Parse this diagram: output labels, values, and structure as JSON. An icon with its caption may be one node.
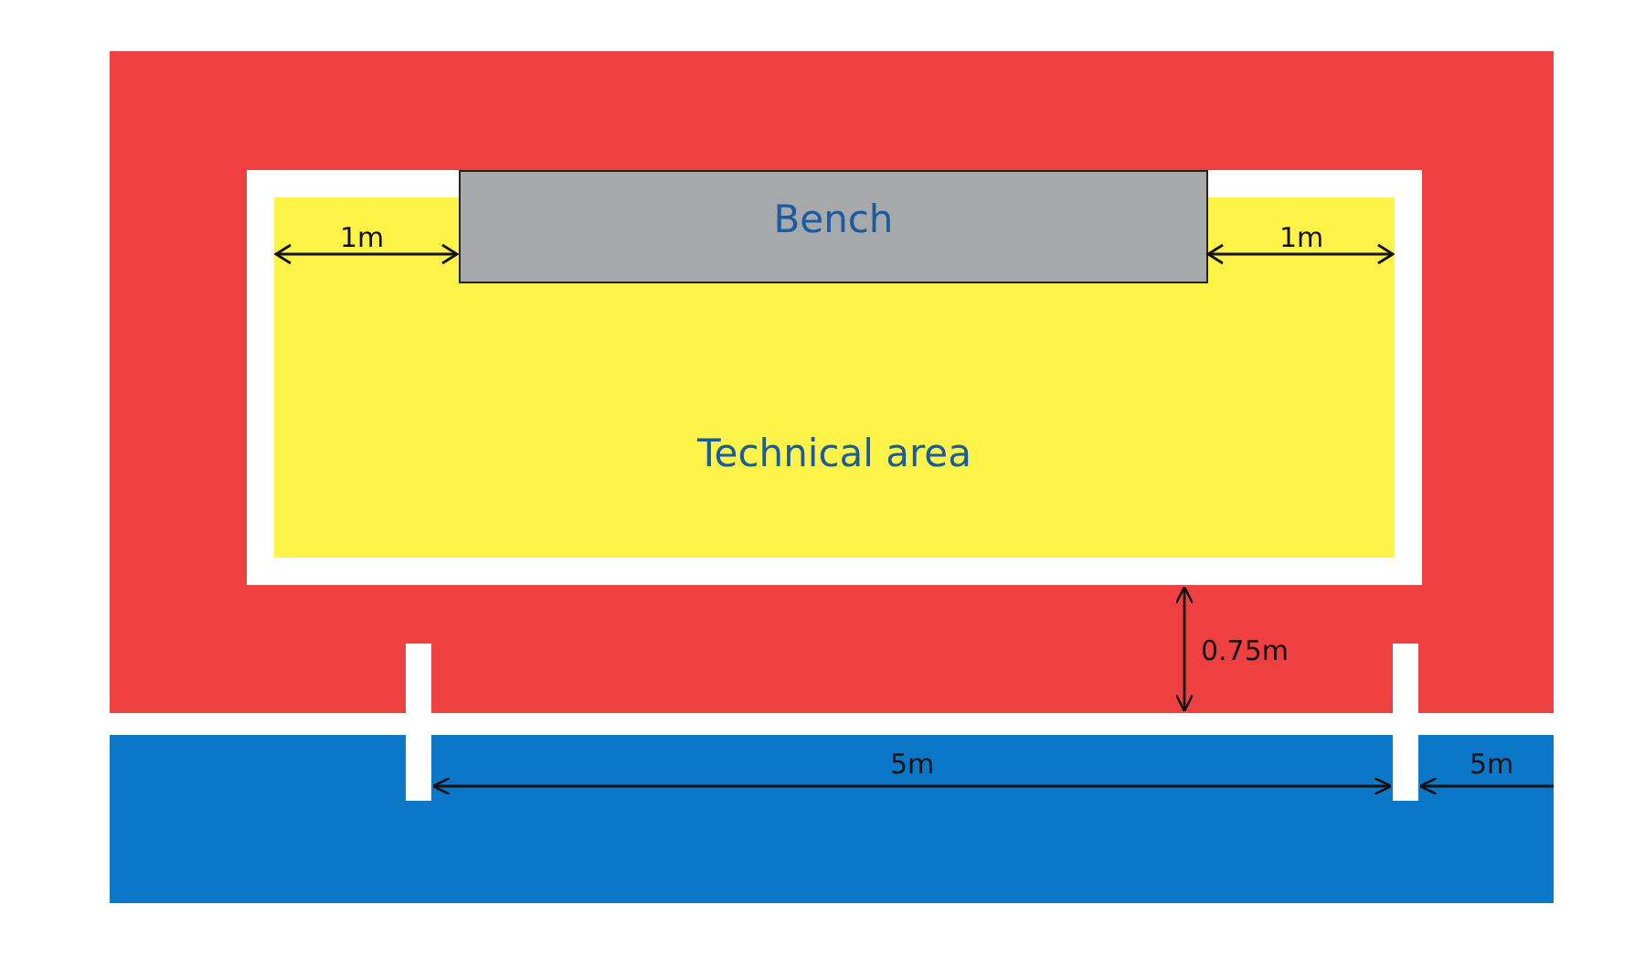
{
  "diagram": {
    "nodes": [
      {
        "text": [
          "Technical area"
        ]
      },
      {
        "text": [
          "Bench"
        ],
        "in": 0
      }
    ],
    "labels": [
      "1m",
      "1m",
      "0.75m",
      "5m",
      "5m"
    ]
  }
}
